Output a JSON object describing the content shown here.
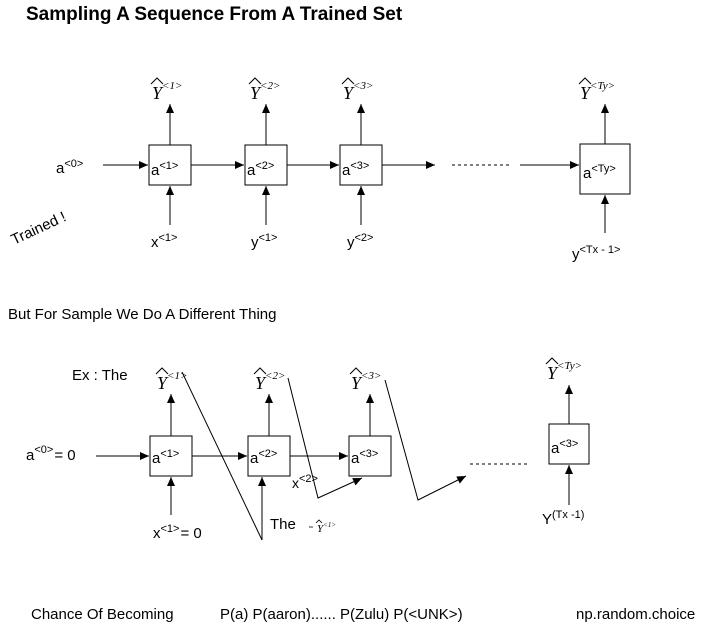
{
  "title": "Sampling A Sequence From A Trained Set",
  "top": {
    "trained_note": "Trained !",
    "input_activation": {
      "base": "a",
      "sup": "<0>"
    },
    "cells": [
      {
        "base": "a",
        "sup": "<1>"
      },
      {
        "base": "a",
        "sup": "<2>"
      },
      {
        "base": "a",
        "sup": "<3>"
      },
      {
        "base": "a",
        "sup": "<Ty>"
      }
    ],
    "outputs": [
      {
        "base": "Y",
        "sup": "<1>"
      },
      {
        "base": "Y",
        "sup": "<2>"
      },
      {
        "base": "Y",
        "sup": "<3>"
      },
      {
        "base": "Y",
        "sup": "<Ty>"
      }
    ],
    "inputs": [
      {
        "base": "x",
        "sup": "<1>"
      },
      {
        "base": "y",
        "sup": "<1>"
      },
      {
        "base": "y",
        "sup": "<2>"
      },
      {
        "base": "y",
        "sup": "<Tx - 1>"
      }
    ]
  },
  "subtitle": "But For Sample We Do A Different Thing",
  "bottom": {
    "example_label": "Ex : The",
    "input_activation": {
      "base": "a",
      "sup": "<0>",
      "tail": "= 0"
    },
    "cells": [
      {
        "base": "a",
        "sup": "<1>"
      },
      {
        "base": "a",
        "sup": "<2>"
      },
      {
        "base": "a",
        "sup": "<3>"
      },
      {
        "base": "a",
        "sup": "<3>"
      }
    ],
    "outputs": [
      {
        "base": "Y",
        "sup": "<1>"
      },
      {
        "base": "Y",
        "sup": "<2>"
      },
      {
        "base": "Y",
        "sup": "<3>"
      },
      {
        "base": "Y",
        "sup": "<Ty>"
      }
    ],
    "first_input": {
      "base": "x",
      "sup": "<1>",
      "tail": "= 0"
    },
    "x2_label": {
      "base": "x",
      "sup": "<2>"
    },
    "feedback_word": "The",
    "feedback_small_y": {
      "base": "Y",
      "sup": "<1>"
    },
    "last_input": {
      "base": "Y",
      "sup": "(Tx -1)"
    }
  },
  "footer": {
    "chance_label": "Chance Of Becoming",
    "probabilities": "P(a) P(aaron)...... P(Zulu) P(<UNK>)",
    "method": "np.random.choice"
  }
}
